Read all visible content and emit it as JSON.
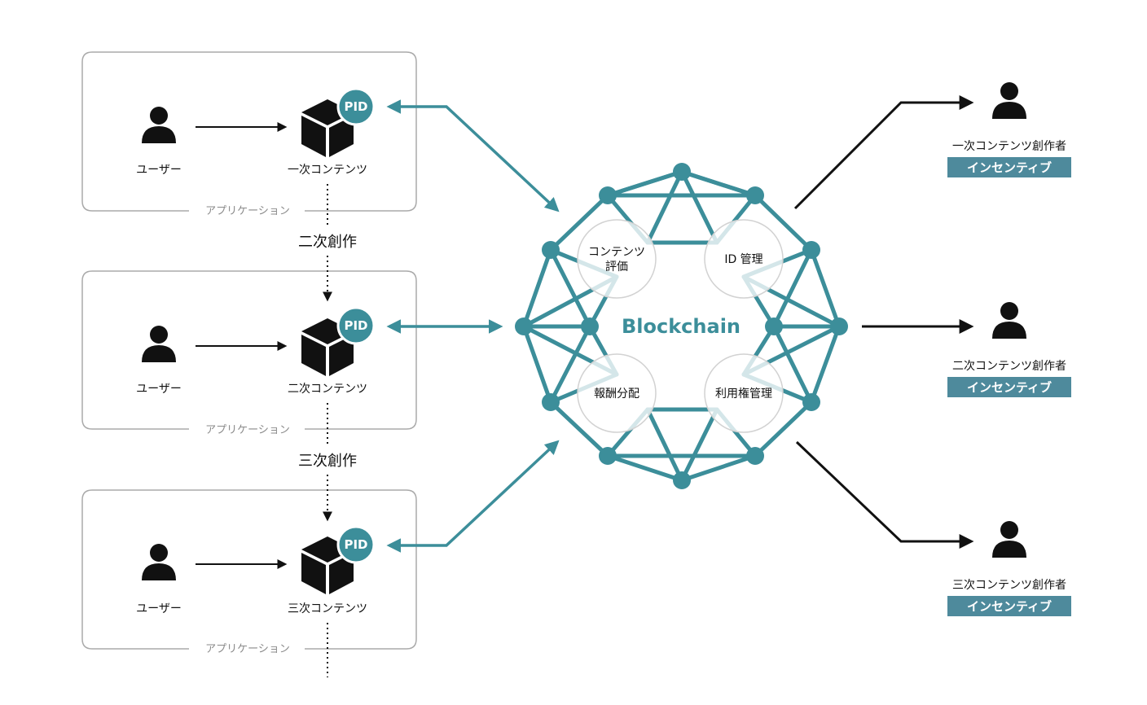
{
  "applications": [
    {
      "user_label": "ユーザー",
      "content_label": "一次コンテンツ",
      "app_label": "アプリケーション",
      "pid": "PID"
    },
    {
      "user_label": "ユーザー",
      "content_label": "二次コンテンツ",
      "app_label": "アプリケーション",
      "pid": "PID"
    },
    {
      "user_label": "ユーザー",
      "content_label": "三次コンテンツ",
      "app_label": "アプリケーション",
      "pid": "PID"
    }
  ],
  "derivations": [
    "二次創作",
    "三次創作"
  ],
  "blockchain": {
    "title": "Blockchain",
    "functions": [
      {
        "line1": "コンテンツ",
        "line2": "評価"
      },
      {
        "line1": "ID 管理",
        "line2": ""
      },
      {
        "line1": "報酬分配",
        "line2": ""
      },
      {
        "line1": "利用権管理",
        "line2": ""
      }
    ]
  },
  "creators": [
    {
      "label": "一次コンテンツ創作者",
      "badge": "インセンティブ"
    },
    {
      "label": "二次コンテンツ創作者",
      "badge": "インセンティブ"
    },
    {
      "label": "三次コンテンツ創作者",
      "badge": "インセンティブ"
    }
  ],
  "colors": {
    "teal": "#3c8e9a",
    "badge": "#4e8a9c",
    "icon": "#111111",
    "box_border": "#aaaaaa"
  },
  "icons": [
    "person-icon",
    "cube-icon",
    "arrow-icon"
  ]
}
